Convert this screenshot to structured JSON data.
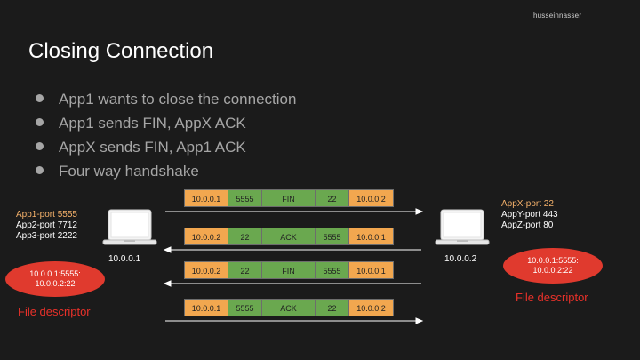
{
  "brand": "husseinnasser",
  "title": "Closing Connection",
  "bullets": [
    "App1 wants to close the connection",
    "App1 sends FIN, AppX ACK",
    "AppX sends FIN, App1 ACK",
    "Four way handshake"
  ],
  "left_host": {
    "ports": [
      "App1-port 5555",
      "App2-port 7712",
      "App3-port 2222"
    ],
    "ip": "10.0.0.1",
    "fd_entries": [
      "10.0.0.1:5555:",
      "10.0.0.2:22"
    ],
    "fd_label": "File descriptor"
  },
  "right_host": {
    "ports": [
      "AppX-port 22",
      "AppY-port 443",
      "AppZ-port 80"
    ],
    "ip": "10.0.0.2",
    "fd_entries": [
      "10.0.0.1:5555:",
      "10.0.0.2:22"
    ],
    "fd_label": "File descriptor"
  },
  "packets": [
    {
      "direction": "right",
      "fields": [
        "10.0.0.1",
        "5555",
        "FIN",
        "22",
        "10.0.0.2"
      ]
    },
    {
      "direction": "left",
      "fields": [
        "10.0.0.2",
        "22",
        "ACK",
        "5555",
        "10.0.0.1"
      ]
    },
    {
      "direction": "left",
      "fields": [
        "10.0.0.2",
        "22",
        "FIN",
        "5555",
        "10.0.0.1"
      ]
    },
    {
      "direction": "right",
      "fields": [
        "10.0.0.1",
        "5555",
        "ACK",
        "22",
        "10.0.0.2"
      ]
    }
  ]
}
